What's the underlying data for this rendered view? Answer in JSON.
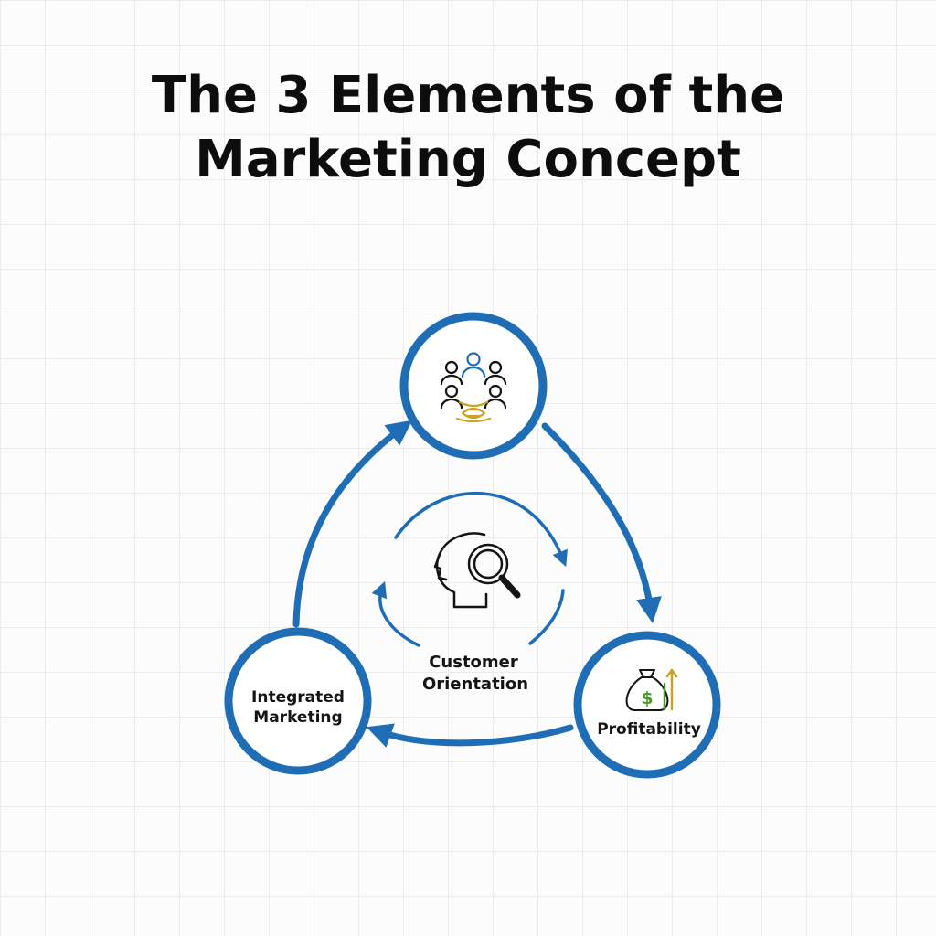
{
  "title": {
    "line1": "The 3 Elements of the",
    "line2": "Marketing Concept"
  },
  "nodes": {
    "top": {
      "icon": "group-of-people-icon"
    },
    "integrated": {
      "line1": "Integrated",
      "line2": "Marketing"
    },
    "profitability": {
      "label": "Profitability",
      "icon": "money-bag-growth-icon"
    }
  },
  "center": {
    "line1": "Customer",
    "line2": "Orientation",
    "icon": "head-magnifier-icon"
  },
  "colors": {
    "primary_blue": "#1f6db5",
    "gold": "#c9a227",
    "green": "#4a9a2a",
    "ink": "#141414"
  }
}
